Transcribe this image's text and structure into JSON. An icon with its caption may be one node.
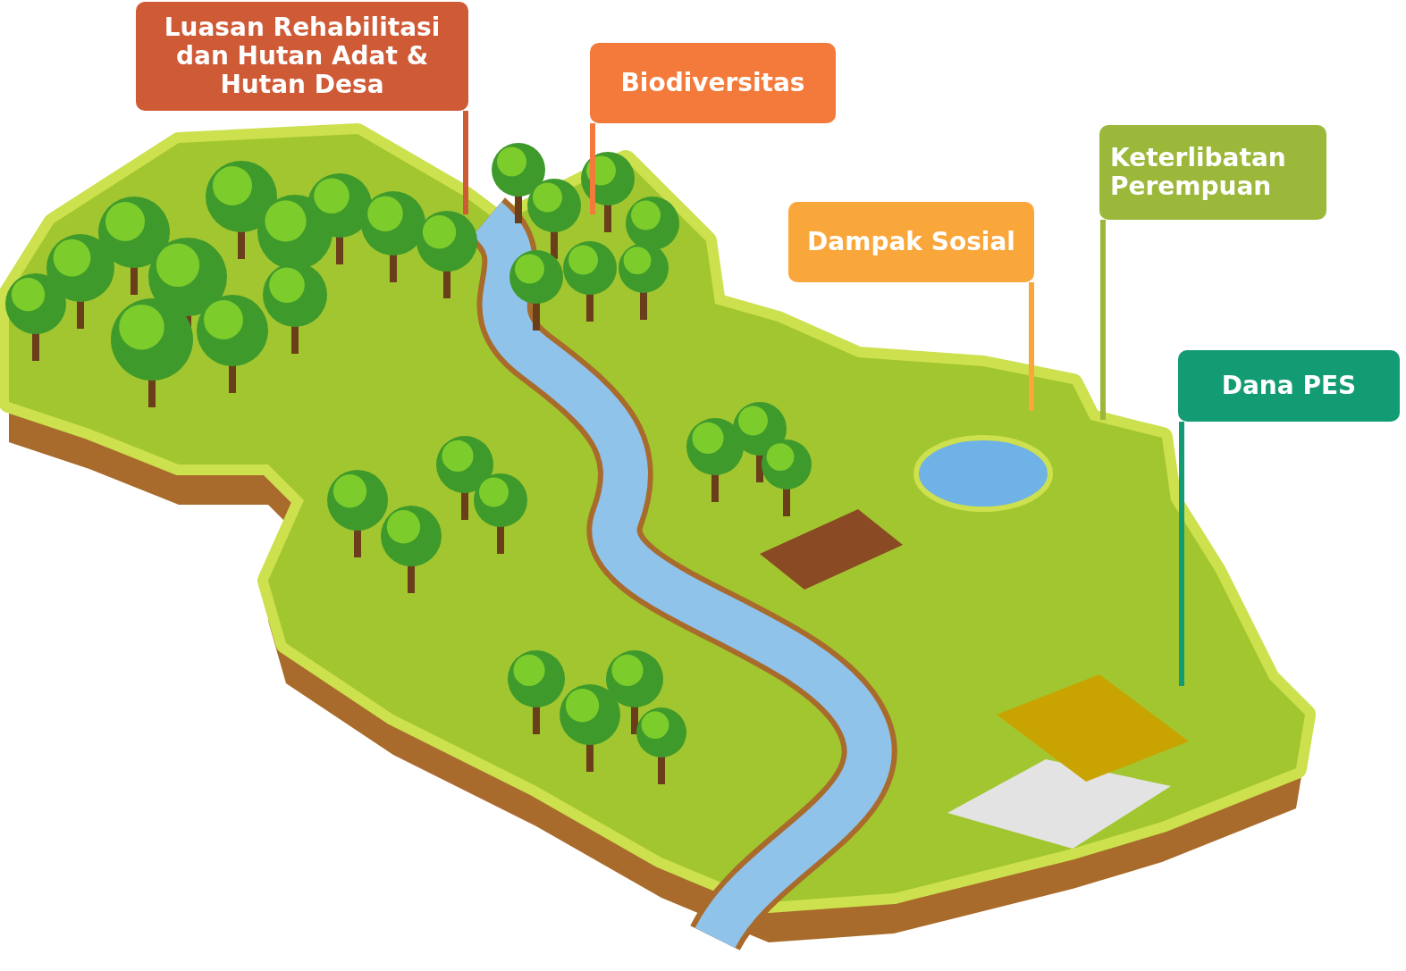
{
  "diagram": {
    "nodes": [
      {
        "text": [
          "Luasan Rehabilitasi dan Hutan Adat & Hutan Desa"
        ]
      },
      {
        "text": [
          "Biodiversitas"
        ]
      },
      {
        "text": [
          "Dampak Sosial"
        ]
      },
      {
        "text": [
          "Keterlibatan Perempuan"
        ]
      },
      {
        "text": [
          "Dana PES"
        ]
      }
    ],
    "edges": [
      {
        "from": 0,
        "to": null,
        "arrow": "none",
        "color": "#cf5a36"
      },
      {
        "from": 1,
        "to": null,
        "arrow": "none",
        "color": "#f37a3a"
      },
      {
        "from": 2,
        "to": null,
        "arrow": "none",
        "color": "#f9a63a"
      },
      {
        "from": 3,
        "to": null,
        "arrow": "none",
        "color": "#9bb83a"
      },
      {
        "from": 4,
        "to": null,
        "arrow": "none",
        "color": "#139b74"
      }
    ]
  }
}
